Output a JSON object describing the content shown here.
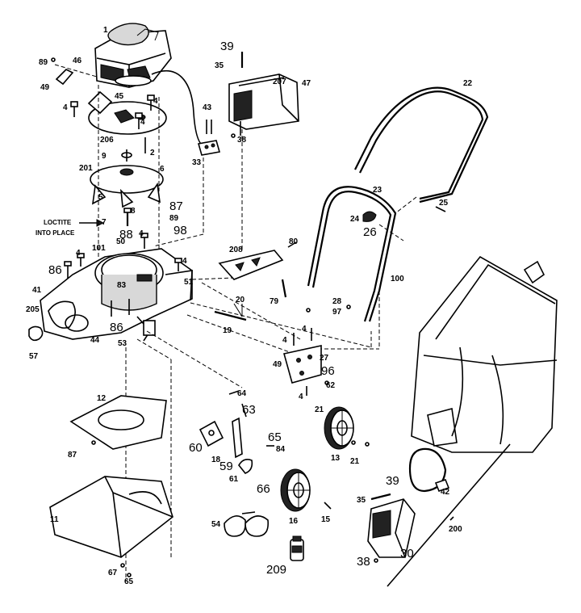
{
  "labels": {
    "l1": "1",
    "l46": "46",
    "l89a": "89",
    "l49a": "49",
    "l4a": "4",
    "l45": "45",
    "l4b": "4",
    "l4c": "4",
    "l206": "206",
    "l2": "2",
    "l9": "9",
    "l201": "201",
    "l6a": "6",
    "l5": "5",
    "l8": "8",
    "l7": "7",
    "l87a": "87",
    "l89b": "89",
    "l98": "98",
    "l88": "88",
    "l50": "50",
    "l4d": "4",
    "l101": "101",
    "l4e": "4",
    "l86a": "86",
    "l83": "83",
    "l4f": "4",
    "l51": "51",
    "l41": "41",
    "l205": "205",
    "l86b": "86",
    "l57": "57",
    "l44": "44",
    "l53": "53",
    "l39a": "39",
    "l35a": "35",
    "l207": "207",
    "l47": "47",
    "l38a": "38",
    "l43": "43",
    "l33": "33",
    "l22": "22",
    "l23": "23",
    "l25": "25",
    "l24": "24",
    "l26": "26",
    "l100": "100",
    "l80": "80",
    "l208": "208",
    "l79": "79",
    "l20": "20",
    "l19": "19",
    "l28": "28",
    "l97": "97",
    "l4g": "4",
    "l4h": "4",
    "l49b": "49",
    "l27": "27",
    "l96": "96",
    "l62": "62",
    "l4i": "4",
    "l21a": "21",
    "l13": "13",
    "l21b": "21",
    "l12": "12",
    "l87b": "87",
    "l64": "64",
    "l63": "63",
    "l60": "60",
    "l18": "18",
    "l59": "59",
    "l61": "61",
    "l65a": "65",
    "l84": "84",
    "l66": "66",
    "l11": "11",
    "l54": "54",
    "l16": "16",
    "l15": "15",
    "l209": "209",
    "l35b": "35",
    "l39b": "39",
    "l42": "42",
    "l200": "200",
    "l38b": "38",
    "l30": "30",
    "l67": "67",
    "l65b": "65"
  },
  "note": {
    "line1": "LOCTITE",
    "line2": "INTO PLACE"
  }
}
